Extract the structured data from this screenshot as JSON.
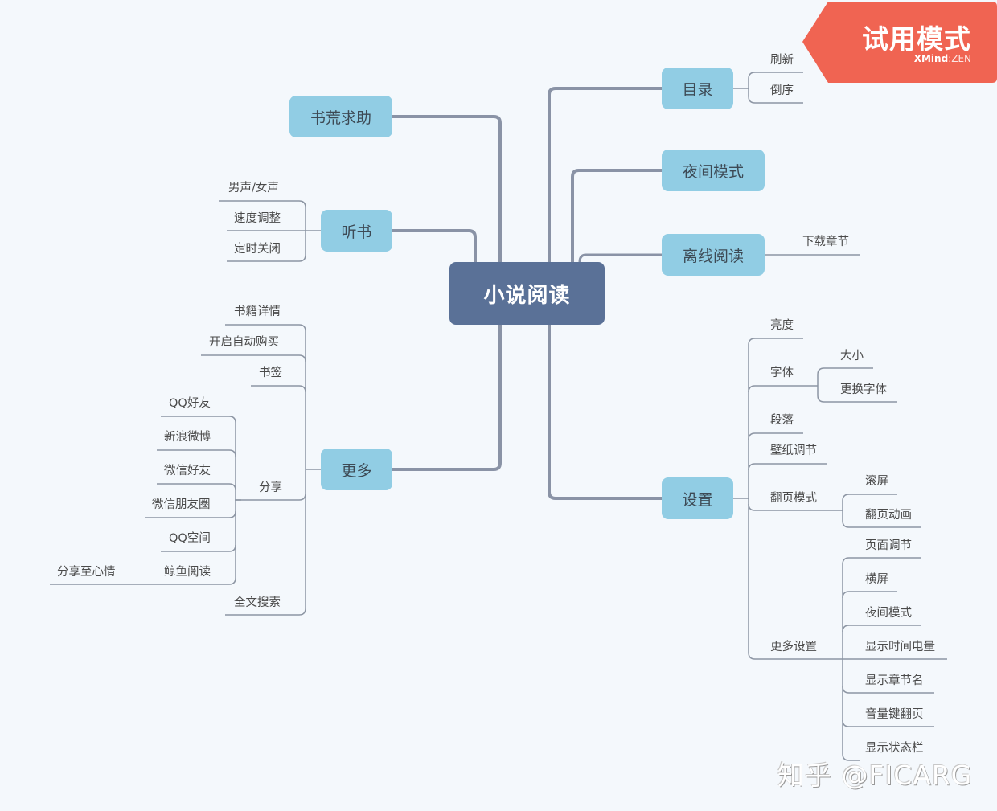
{
  "badge": {
    "title": "试用模式",
    "brand_bold": "XMind",
    "brand_sep": ":",
    "brand_light": "ZEN",
    "color": "#f06452"
  },
  "colors": {
    "background": "#f4f8fc",
    "central": "#5a7197",
    "main_topic": "#91cde4",
    "main_line": "#8a93a6",
    "sub_line": "#8c95a3"
  },
  "central": {
    "label": "小说阅读"
  },
  "topics": {
    "mulu": {
      "label": "目录",
      "children": [
        "刷新",
        "倒序"
      ]
    },
    "yejian": {
      "label": "夜间模式"
    },
    "lixian": {
      "label": "离线阅读",
      "children": [
        "下载章节"
      ]
    },
    "shehuang": {
      "label": "书荒求助"
    },
    "tingshu": {
      "label": "听书",
      "children": [
        "男声/女声",
        "速度调整",
        "定时关闭"
      ]
    },
    "gengduo": {
      "label": "更多",
      "children": [
        "书籍详情",
        "开启自动购买",
        "书签",
        "分享",
        "全文搜索"
      ],
      "share": {
        "label": "分享",
        "children": [
          "QQ好友",
          "新浪微博",
          "微信好友",
          "微信朋友圈",
          "QQ空间",
          "鲸鱼阅读"
        ]
      },
      "whale": {
        "label": "鲸鱼阅读",
        "children": [
          "分享至心情"
        ]
      }
    },
    "shezhi": {
      "label": "设置",
      "children": [
        "亮度",
        "字体",
        "段落",
        "壁纸调节",
        "翻页模式",
        "更多设置"
      ],
      "font": {
        "label": "字体",
        "children": [
          "大小",
          "更换字体"
        ]
      },
      "page_turn": {
        "label": "翻页模式",
        "children": [
          "滚屏",
          "翻页动画"
        ]
      },
      "more": {
        "label": "更多设置",
        "children": [
          "页面调节",
          "横屏",
          "夜间模式",
          "显示时间电量",
          "显示章节名",
          "音量键翻页",
          "显示状态栏"
        ]
      }
    }
  },
  "watermark": "知乎 @FICARG"
}
